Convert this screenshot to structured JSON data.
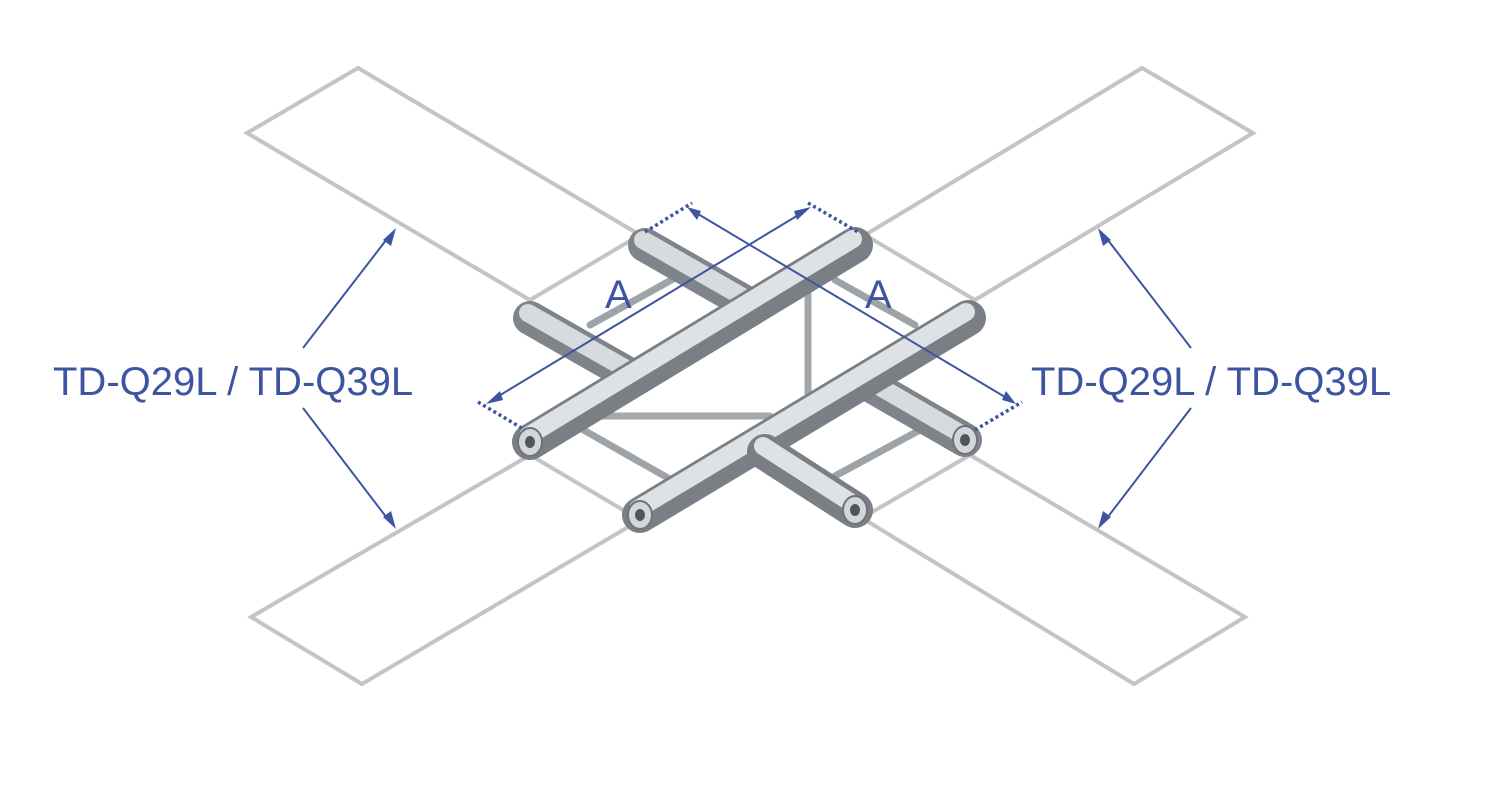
{
  "labels": {
    "left_model": "TD-Q29L / TD-Q39L",
    "right_model": "TD-Q29L / TD-Q39L",
    "dimension_left": "A",
    "dimension_right": "A"
  },
  "colors": {
    "outline": "#c4c4c4",
    "annotation": "#3d55a0",
    "tube_light": "#eceef0",
    "tube_mid": "#b9bdc2",
    "tube_dark": "#7f848a",
    "background": "#ffffff"
  }
}
